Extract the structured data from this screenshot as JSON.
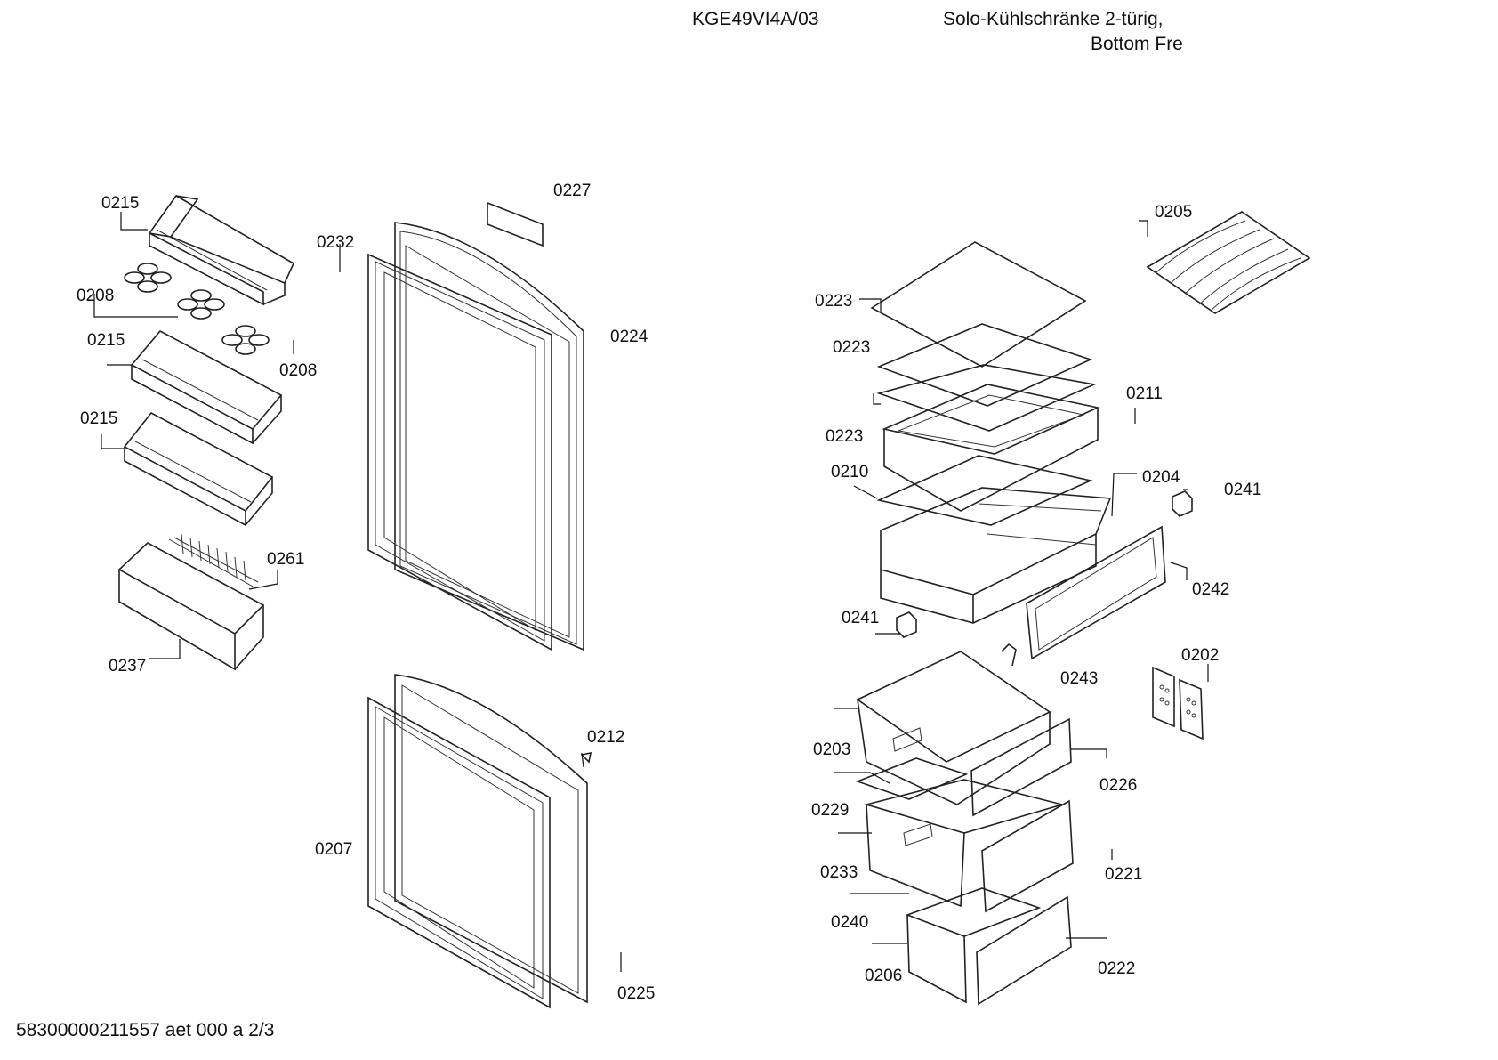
{
  "header": {
    "model": "KGE49VI4A/03",
    "description_line1": "Solo-Kühlschränke 2-türig,",
    "description_line2": "Bottom Fre"
  },
  "footer": {
    "document_id": "58300000211557 aet 000 a 2/3"
  },
  "part_labels": {
    "l0215a": "0215",
    "l0208a": "0208",
    "l0208b": "0208",
    "l0215b": "0215",
    "l0215c": "0215",
    "l0261": "0261",
    "l0237": "0237",
    "l0227": "0227",
    "l0232": "0232",
    "l0224": "0224",
    "l0212": "0212",
    "l0207": "0207",
    "l0225": "0225",
    "l0205": "0205",
    "l0223a": "0223",
    "l0223b": "0223",
    "l0223c": "0223",
    "l0211": "0211",
    "l0210": "0210",
    "l0204": "0204",
    "l0241a": "0241",
    "l0242": "0242",
    "l0241b": "0241",
    "l0243": "0243",
    "l0202": "0202",
    "l0203": "0203",
    "l0226": "0226",
    "l0229": "0229",
    "l0221": "0221",
    "l0233": "0233",
    "l0240": "0240",
    "l0206": "0206",
    "l0222": "0222"
  }
}
